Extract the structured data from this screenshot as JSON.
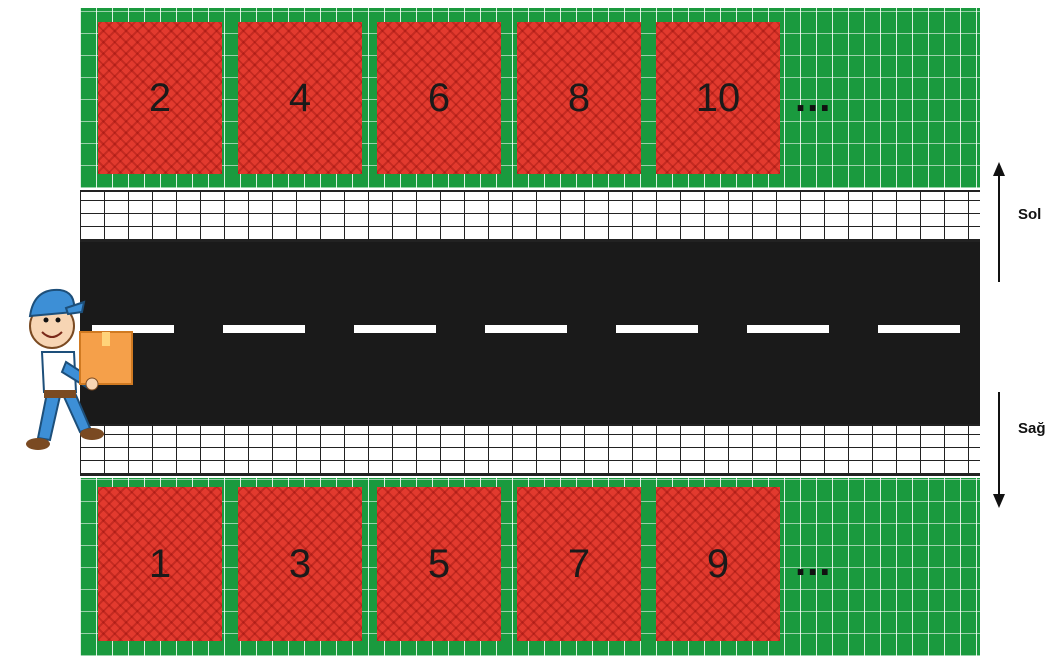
{
  "colors": {
    "grass": "#1a9a3e",
    "house": "#e23a2e",
    "road": "#1a1a1a",
    "lane_marking": "#ffffff",
    "package": "#f5a04a",
    "cap": "#3d8fd6"
  },
  "houses_left": [
    "2",
    "4",
    "6",
    "8",
    "10"
  ],
  "houses_right": [
    "1",
    "3",
    "5",
    "7",
    "9"
  ],
  "continuation_top": "...",
  "continuation_bottom": "...",
  "directions": {
    "up_label": "Sol",
    "down_label": "Sağ"
  },
  "icons": {
    "courier": "delivery-person-icon",
    "package": "package-icon",
    "up_arrow": "arrow-up-icon",
    "down_arrow": "arrow-down-icon"
  }
}
